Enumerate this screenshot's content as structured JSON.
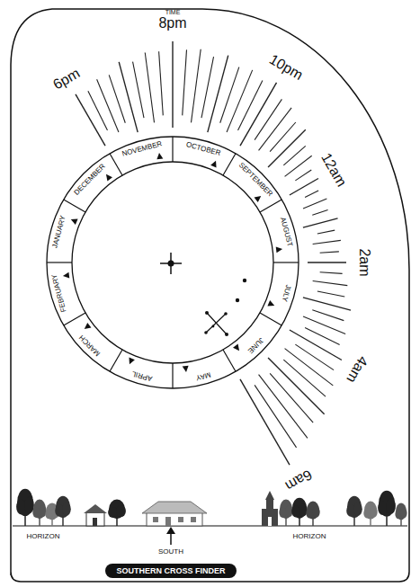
{
  "diagram": {
    "nodes": [
      {
        "text": [
          "SOUTHERN CROSS FINDER"
        ]
      }
    ],
    "labels": [
      "TIME",
      "6pm",
      "8pm",
      "10pm",
      "12am",
      "2am",
      "4am",
      "6am",
      "OCTOBER",
      "SEPTEMBER",
      "AUGUST",
      "JULY",
      "JUNE",
      "MAY",
      "APRIL",
      "MARCH",
      "FEBRUARY",
      "JANUARY",
      "DECEMBER",
      "NOVEMBER",
      "HORIZON",
      "HORIZON",
      "SOUTH"
    ]
  }
}
